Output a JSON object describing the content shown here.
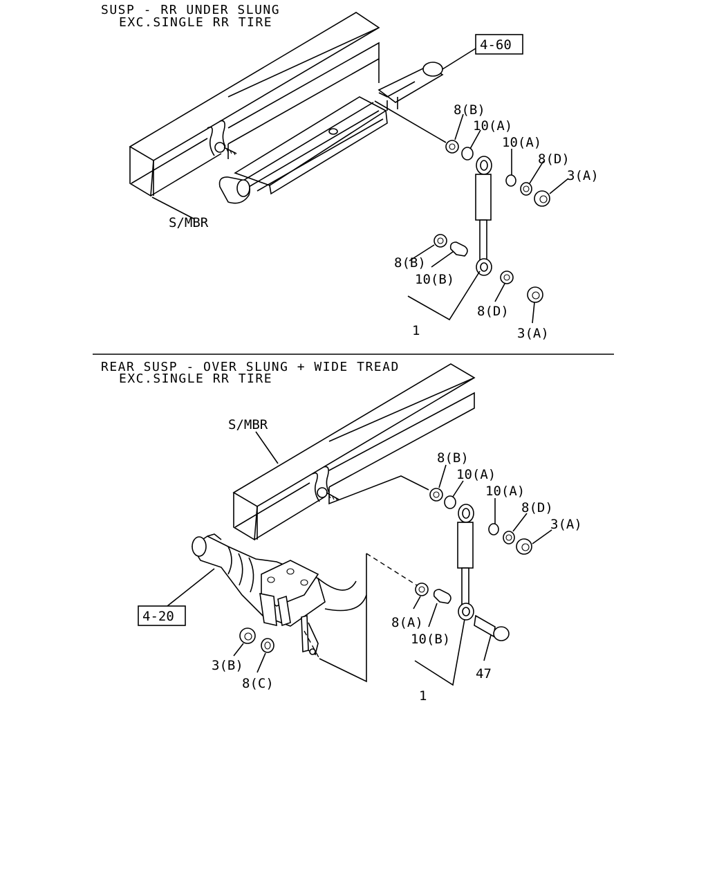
{
  "upper": {
    "title_line1": "SUSP - RR UNDER SLUNG",
    "title_line2": "EXC.SINGLE RR TIRE",
    "ref_box": "4-60",
    "frame_label": "S/MBR",
    "callouts": {
      "washer_b_top": "8(B)",
      "bushing_a_1": "10(A)",
      "bushing_a_2": "10(A)",
      "washer_d_top": "8(D)",
      "nut_a_top": "3(A)",
      "washer_b_low": "8(B)",
      "bushing_b_low": "10(B)",
      "washer_d_low": "8(D)",
      "nut_a_low": "3(A)",
      "absorber": "1"
    }
  },
  "lower": {
    "title_line1": "REAR SUSP - OVER SLUNG + WIDE TREAD",
    "title_line2": "EXC.SINGLE RR TIRE",
    "ref_box": "4-20",
    "frame_label": "S/MBR",
    "callouts": {
      "washer_b_top": "8(B)",
      "bushing_a_1": "10(A)",
      "bushing_a_2": "10(A)",
      "washer_d_top": "8(D)",
      "nut_a_top": "3(A)",
      "washer_a_low": "8(A)",
      "bushing_b_low": "10(B)",
      "bolt": "47",
      "nut_b": "3(B)",
      "washer_c": "8(C)",
      "absorber": "1"
    }
  }
}
